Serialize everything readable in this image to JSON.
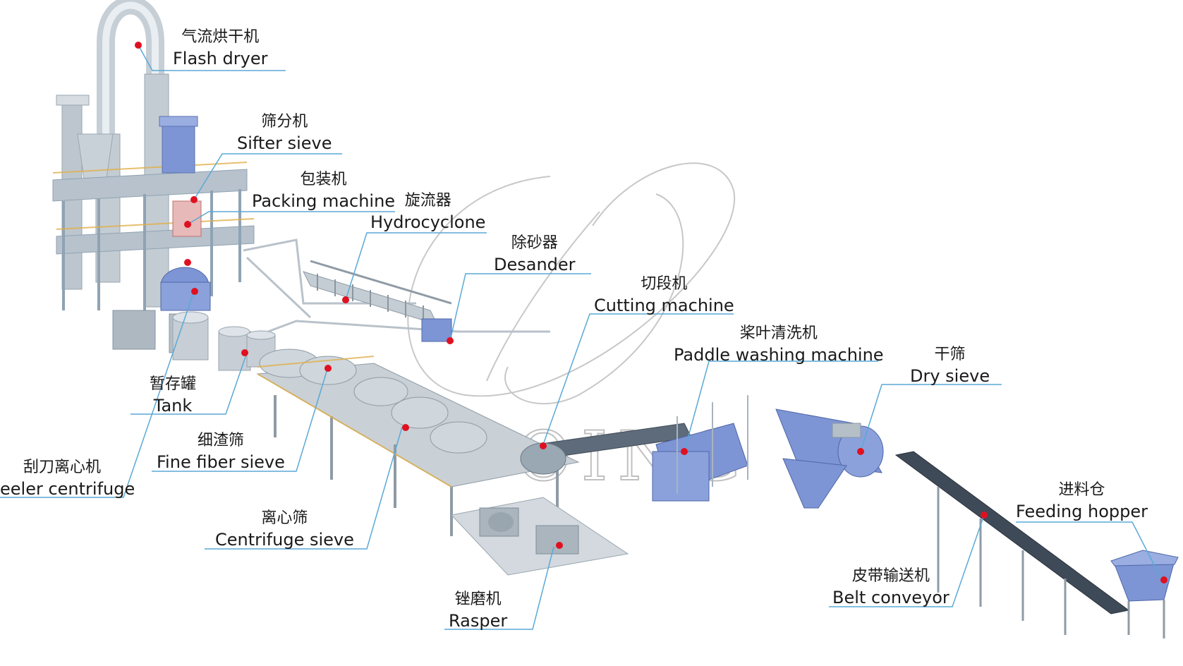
{
  "brand": {
    "watermark": "DOING"
  },
  "labels": [
    {
      "id": "flash-dryer",
      "zh": "气流烘干机",
      "en": "Flash dryer"
    },
    {
      "id": "sifter-sieve",
      "zh": "筛分机",
      "en": "Sifter sieve"
    },
    {
      "id": "packing-machine",
      "zh": "包装机",
      "en": "Packing machine"
    },
    {
      "id": "hydrocyclone",
      "zh": "旋流器",
      "en": "Hydrocyclone"
    },
    {
      "id": "desander",
      "zh": "除砂器",
      "en": "Desander"
    },
    {
      "id": "cutting-machine",
      "zh": "切段机",
      "en": "Cutting machine"
    },
    {
      "id": "paddle-washing-machine",
      "zh": "桨叶清洗机",
      "en": "Paddle washing machine"
    },
    {
      "id": "dry-sieve",
      "zh": "干筛",
      "en": "Dry sieve"
    },
    {
      "id": "tank",
      "zh": "暂存罐",
      "en": "Tank"
    },
    {
      "id": "peeler-centrifuge",
      "zh": "刮刀离心机",
      "en": "eeler centrifuge"
    },
    {
      "id": "fine-fiber-sieve",
      "zh": "细渣筛",
      "en": "Fine fiber sieve"
    },
    {
      "id": "centrifuge-sieve",
      "zh": "离心筛",
      "en": "Centrifuge sieve"
    },
    {
      "id": "rasper",
      "zh": "锉磨机",
      "en": "Rasper"
    },
    {
      "id": "belt-conveyor",
      "zh": "皮带输送机",
      "en": "Belt conveyor"
    },
    {
      "id": "feeding-hopper",
      "zh": "进料仓",
      "en": "Feeding hopper"
    }
  ],
  "colors": {
    "leader": "#5aa9d6",
    "marker": "#e01020",
    "machine_blue": "#7d95d4",
    "machine_gray": "#b8c3cc",
    "frame": "#8fa3b3"
  }
}
